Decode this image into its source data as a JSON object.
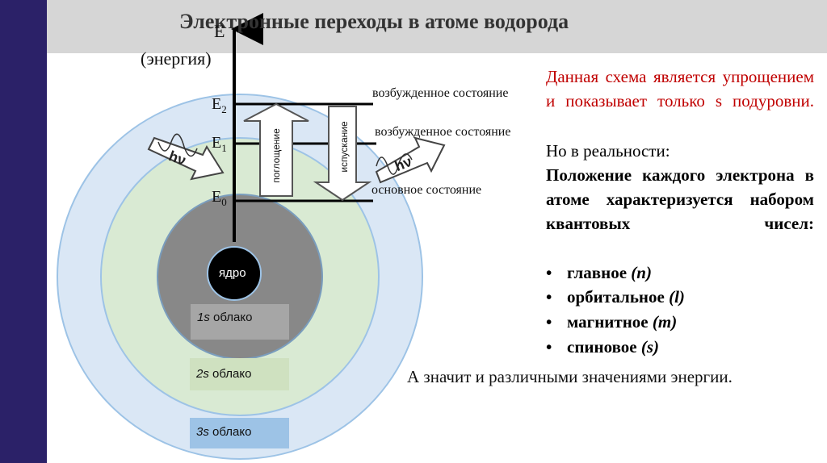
{
  "title": "Электронные переходы в атоме водорода",
  "energy_axis": {
    "symbol": "E",
    "label": "(энергия)"
  },
  "levels": [
    {
      "name": "E",
      "sub": "2",
      "state": "возбужденное состояние"
    },
    {
      "name": "E",
      "sub": "1",
      "state": "возбужденное состояние"
    },
    {
      "name": "E",
      "sub": "0",
      "state": "основное состояние"
    }
  ],
  "arrows": {
    "absorption": "поглощение",
    "emission": "испускание",
    "photon_left": "hν",
    "photon_right": "hν"
  },
  "nucleus": "ядро",
  "clouds": [
    {
      "orbital": "1s",
      "word": " облако",
      "color": "#a6a6a6"
    },
    {
      "orbital": "2s",
      "word": " облако",
      "color": "#cfe1c0"
    },
    {
      "orbital": "3s",
      "word": " облако",
      "color": "#9dc3e6"
    }
  ],
  "colors": {
    "outer_ring": "#dae7f5",
    "middle_ring": "#d9ead3",
    "inner_ring": "#888888",
    "nucleus": "#000000",
    "sidebar": "#2b2168",
    "accent_red": "#c00000"
  },
  "right_panel": {
    "red_text": "Данная схема является упрощением и показывает только s подуровни.",
    "line2": "Но в реальности:",
    "bold_text": "Положение каждого электрона в атоме характеризуется набором квантовых чисел:",
    "bullets": [
      {
        "label": "главное ",
        "symbol": "(n)"
      },
      {
        "label": "орбитальное ",
        "symbol": "(l)"
      },
      {
        "label": "магнитное ",
        "symbol": "(m)"
      },
      {
        "label": "спиновое ",
        "symbol": "(s)"
      }
    ],
    "footer": "А значит и различными значениями энергии."
  }
}
